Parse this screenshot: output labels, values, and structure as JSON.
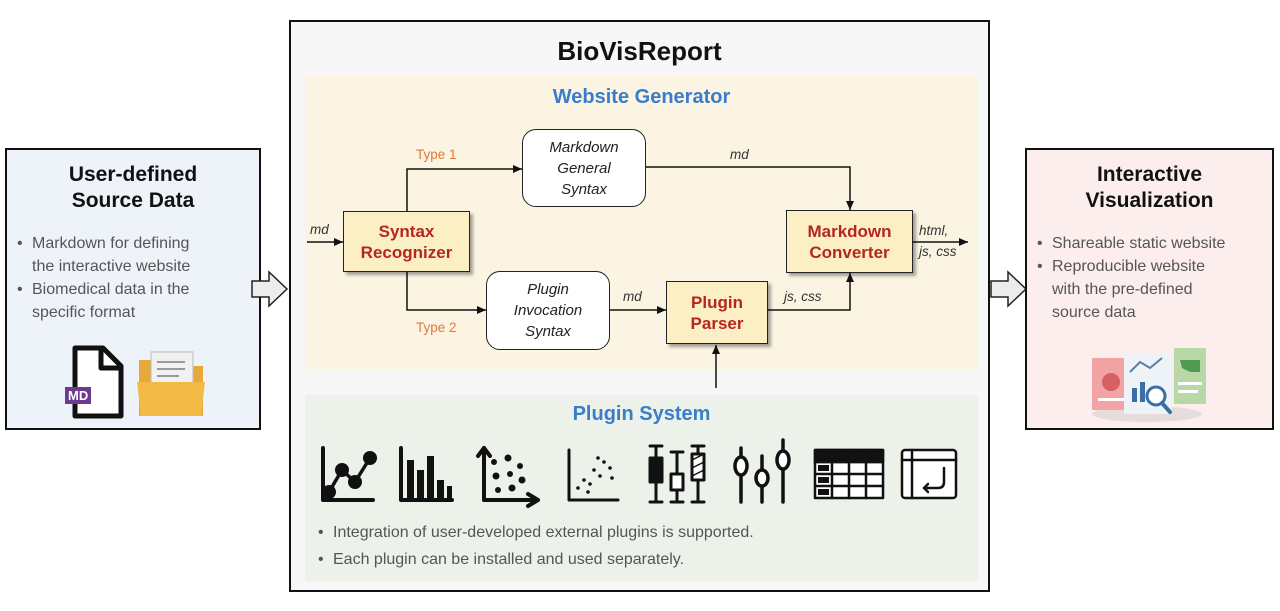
{
  "left": {
    "title_line1": "User-defined",
    "title_line2": "Source Data",
    "bullets": [
      "Markdown for defining",
      "the interactive website",
      "Biomedical data in the",
      "specific format"
    ],
    "badge": "MD",
    "icons": [
      "markdown-file-icon",
      "folder-icon"
    ]
  },
  "right": {
    "title_line1": "Interactive",
    "title_line2": "Visualization",
    "bullets": [
      "Shareable static website",
      "Reproducible website",
      "with the pre-defined",
      "source data"
    ],
    "icons": [
      "report-illustration-icon"
    ]
  },
  "center": {
    "title": "BioVisReport",
    "website_generator": {
      "title": "Website Generator",
      "nodes": {
        "syntax_recognizer": [
          "Syntax",
          "Recognizer"
        ],
        "markdown_general": [
          "Markdown",
          "General",
          "Syntax"
        ],
        "plugin_invocation": [
          "Plugin",
          "Invocation",
          "Syntax"
        ],
        "plugin_parser": [
          "Plugin",
          "Parser"
        ],
        "markdown_converter": [
          "Markdown",
          "Converter"
        ]
      },
      "labels": {
        "input_md": "md",
        "type1": "Type 1",
        "type2": "Type 2",
        "md_top": "md",
        "md_mid": "md",
        "js_css": "js, css",
        "output_html": "html,",
        "output_js": "js, css"
      }
    },
    "plugin_system": {
      "title": "Plugin System",
      "icons": [
        "line-chart-icon",
        "bar-chart-icon",
        "dot-matrix-chart-icon",
        "scatter-plot-icon",
        "box-plot-icon",
        "lollipop-chart-icon",
        "table-icon",
        "diagram-canvas-icon"
      ],
      "notes": [
        "Integration of user-developed external plugins is supported.",
        "Each plugin can be installed and used separately."
      ]
    }
  },
  "colors": {
    "node_fill": "#fcefc5",
    "node_text": "#b5271e",
    "section_title": "#3a7dcb",
    "type_label": "#e07a3a",
    "left_bg": "#eef3fa",
    "right_bg": "#fbeeec",
    "generator_bg": "#fbf4e3",
    "plugin_bg": "#ecf1e9"
  }
}
